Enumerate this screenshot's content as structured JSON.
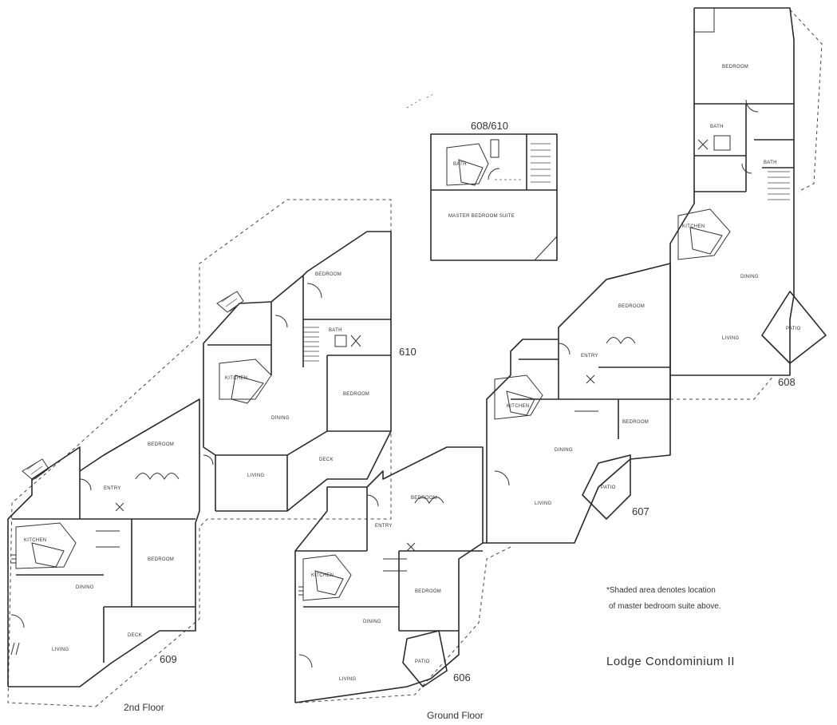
{
  "title": "Lodge Condominium II",
  "note": {
    "line1": "*Shaded area denotes location",
    "line2": "of master bedroom suite above."
  },
  "floors": {
    "second": "2nd Floor",
    "ground": "Ground Floor"
  },
  "inset": {
    "label": "608/610",
    "rooms": {
      "bath": "BATH",
      "suite": "MASTER BEDROOM SUITE"
    }
  },
  "units": {
    "u606": "606",
    "u607": "607",
    "u608": "608",
    "u609": "609",
    "u610": "610"
  },
  "rooms": {
    "bedroom": "BEDROOM",
    "bath": "BATH",
    "kitchen": "KITCHEN",
    "dining": "DINING",
    "living": "LIVING",
    "deck": "DECK",
    "patio": "PATIO",
    "entry": "ENTRY"
  }
}
